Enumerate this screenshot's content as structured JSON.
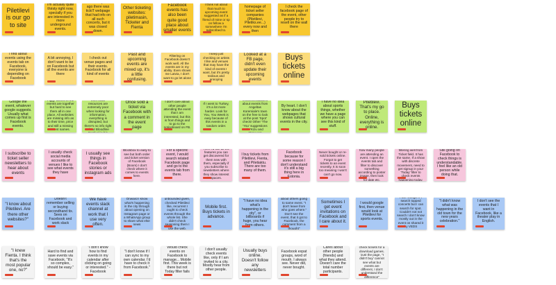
{
  "colors": {
    "yellow": "#f8c82f",
    "orange": "#fbdb7a",
    "green": "#bfe979",
    "pink": "#f6c6dc",
    "blue": "#a9c9f5",
    "white": "#f3f3f3",
    "tag_red": "#e0452e"
  },
  "rows": [
    {
      "color": "yellow",
      "notes": [
        "Piletilevi is our go to site",
        "I'm actually quite thirsty right now, specially if you are interested in more underground events.",
        "Some 10 years ago there was tickiT webpage that had info on all such concerts, but it was closed down.",
        "Other ticketing websites: piletimasin, Ticketer and Fienta",
        "Facebook events has also been quite good place about smaller events",
        "I think not about that much to upcoming event suggested as if a friend of mine or sp on fellow a somewhere I'm subscribed to.",
        "Browses the homepage of ticket seller companies (Piletilevi, Piletiks.ee...) every now and then",
        "I check the facebook page of the event, other people try to resell on the wall there"
      ]
    },
    {
      "color": "orange",
      "notes": [
        "I find about events using the events tab on Facebook, everyone is depending on Facebook",
        "A bit annoying, I don't want to be on Facebook but all the events are there",
        "I check out venue pages and their events. Facebook for all kind of events",
        "Past and upcoming events are mixed up, it's a little confusing.",
        "Filtering on Facebook doesn't work well. All the events are in my ability. Even shows me Latvia, I don't want to go let alone",
        "I keep just checking on artists I like and venues that may have the kind of events I want, but it's pretty tedious and annoying",
        "Looked at a FB page, didn't even update their upcoming events",
        "Buys tickets online"
      ]
    },
    {
      "color": "green",
      "notes": [
        "Google the event, whatever google suggests. Usually what comes up first is Facebook events.",
        "Piggy-tickets of the events are together but hard to see them all in one place. All websites are missing info as to their time, price and still a missing event names.",
        "It's recommended to me GCOS tour, then local resources are extremely poor when looking for information, everything is disrupted, but there's no info right about Bloodline Festival in his Taylor's webpage.",
        "Once sold a ticket via Facebook with a comment in the event page",
        "I don't care about other people attending the event that I am interested, but this is from things and to go to the noticeboard on FB.",
        "If I went to Turkey, it's a lot more harder. Look for You, You Week is easy because of this events in a random order.",
        "Sometimes get recommendations about events from Angeltas Koremiale's town on the free to look at the post 'Spot' check! Other 'The 'You' suggestions in 'Kizu and Moruven'",
        "By heart. I don't know about the webpages that shows cultural events in the city.",
        "I have no idea about sports things, whether we have a page where you can see this kind of stuff.",
        "Piletilevi. That's my go to place. Online, everything is online.",
        "Buys tickets online"
      ]
    },
    {
      "color": "pink",
      "notes": [
        "I subscribe to ticket seller newsletters to hear about events",
        "I usually check social media accounts of venues I like to see what events they have",
        "I usually see things in Facebook stories or instagram ads",
        "Blockbox to easy to see but both order and ticket version of Facebook (Boom) I don't check where it comes to events here.",
        "For a specific event, I would search related Facebook page and go to the events tab from there.",
        "Then I'd like all the features you can get discovered for them new with them, especially if you subscribe to newsletters where they show interest spaces.",
        "I buy tickets from Piletilevi, Fienta, and Piletiaktu. There are too many of them.",
        "I check Facebook because for some reason I don't understand it's still a big thing here in Estonia.",
        "Never bought or re-sold tickets online. Forgot to get tickets to an event recently. It is soon too meaning I won't can't go now.",
        "I don't care about how many people are attending an event. I open the events tab and filter to discover something according to poster image, then look for date etc.",
        "I don't follow filtering well from Ticket field. It has the same. If a show with discrete movement, need to get signup in your 'Today' filter to check events happening today.",
        "Still going on Facebook to check things is understandable. I feel like an old person while doing that."
      ]
    },
    {
      "color": "blue",
      "notes": [
        "\"I know about Piletilevi. Are there other websites?\"",
        "Doesn't remember selling or buying secondhand tix. Sees on Facebook and work slack",
        "We have events slack channel at work that I use very often.",
        "Onward I know what's happening in the city through about opening on Instagram page or a WhatsApp group to share what else news",
        "Started to an unbounded given, checked Piletilevi like, recurrent I ought to check events through the whole list. She didn't check seasoning them I use the web."
      ]
    },
    {
      "color": "blue",
      "notes": [
        "Mobile first. Buys tickets in advance.",
        "Word of mouth. \"I have no idea what's happening in the city\", or billboards if huge, you hear from others.",
        "Doesn't care much about others going to same event. \"I don't leave from who goes where.\" Don't see the event, that it got to Facebook, the comment from a thought\"",
        "Sometimes I get event invitations on Facebook and I care about it.",
        "I would google first, then venue would look at Piletilevi for sports events.",
        "I use Google if I search topped concerts but I can search for spot. Couldn't not not search I don't know mostly out in the event on shared it by VEDS",
        "\"I didn't know what was happening in the old town for the new years celebration.\"",
        "I don't see the events that I want in Facebook, like a theater play in English."
      ]
    },
    {
      "color": "white",
      "notes": [
        "\"I knew Fienta. I think that's the most popular one, no?\"",
        "Hard to find and save events via Facebook. \"It's so complex, should be easy.\"",
        "\"I don't know how to find events in my calendar after clicking on going or interested.\" - Facebook",
        "\"I don't know if I can sync to my own calendar. I'd have to check it from Facebook.\"",
        "Would check events on Facebook to manage... Mobile first. This week is there but not Today filter fails",
        "I don't usually check events like, only if I am invited to a city. Mostly hear from other people.",
        "Usually buys online. Doesn't follow any newsletters",
        "Facebook expat groups, word of mouth. I always see. Never did, never bought.",
        "Cares about other people (friends) and what they attend. Doesn't care the total number participants.",
        "Went to Google to check tickets for a download games. 'Just the page, \"I didn't buy' cannot see what but events are different, I don't understand the difference\""
      ]
    }
  ]
}
